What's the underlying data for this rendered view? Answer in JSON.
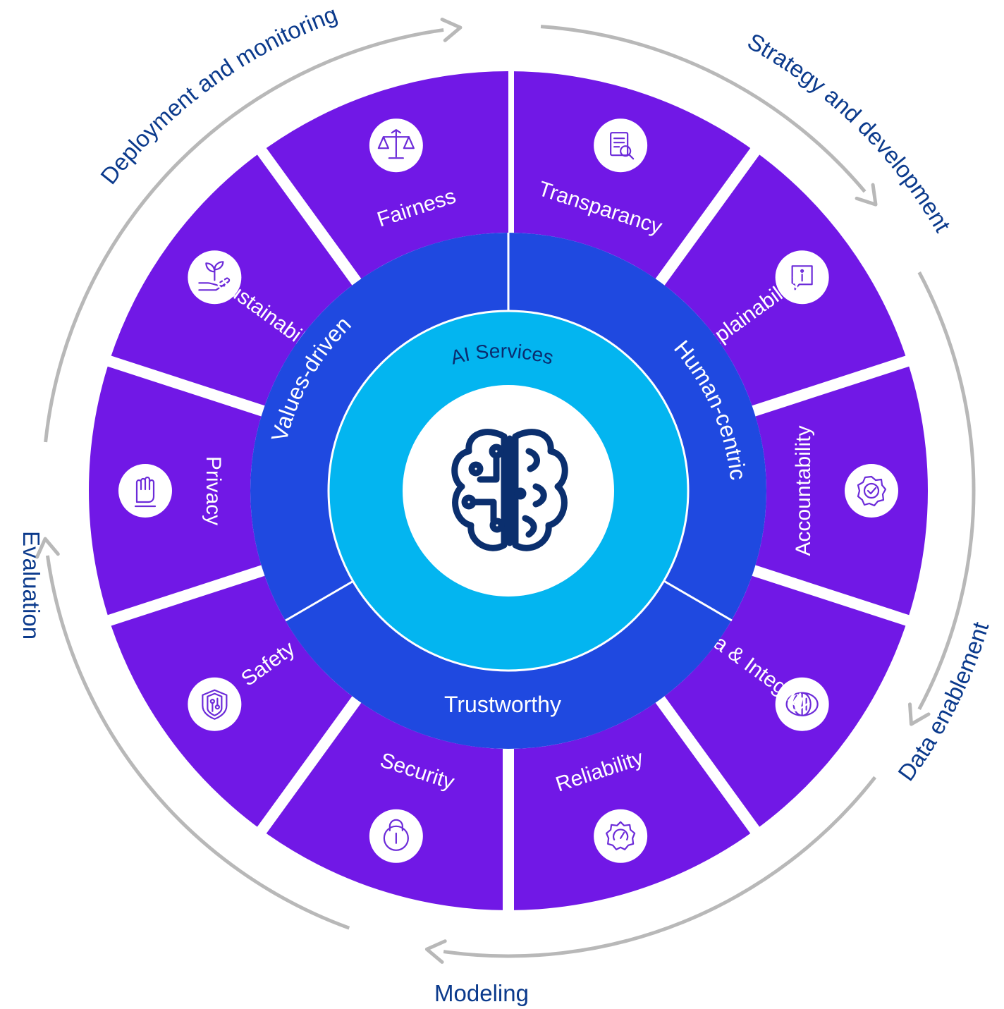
{
  "colors": {
    "outer_segment": "#7118e6",
    "middle_ring": "#1f49e0",
    "core_ring": "#03b5f0",
    "center": "#ffffff",
    "icon_stroke": "#6c2bd9",
    "brain_stroke": "#0b2f6e",
    "cycle_text": "#0b3a8c",
    "arrow": "#b8b8b8"
  },
  "core": {
    "label": "AI Services",
    "center_icon": "brain-circuit-icon"
  },
  "middle_ring": {
    "values_driven": "Values-driven",
    "human_centric": "Human-centric",
    "trustworthy": "Trustworthy"
  },
  "segments": [
    {
      "label": "Transparancy",
      "icon": "document-search-icon"
    },
    {
      "label": "Explainability",
      "icon": "info-chat-icon"
    },
    {
      "label": "Accountability",
      "icon": "verified-badge-icon"
    },
    {
      "label": "Data & Integrity",
      "icon": "data-ring-icon"
    },
    {
      "label": "Reliability",
      "icon": "gear-gauge-icon"
    },
    {
      "label": "Security",
      "icon": "lock-icon"
    },
    {
      "label": "Safety",
      "icon": "shield-circuit-icon"
    },
    {
      "label": "Privacy",
      "icon": "raised-hand-icon"
    },
    {
      "label": "Sustainability",
      "icon": "plant-hand-icon"
    },
    {
      "label": "Fairness",
      "icon": "scales-icon"
    }
  ],
  "cycle": {
    "strategy": "Strategy and development",
    "data": "Data enablement",
    "modeling": "Modeling",
    "evaluation": "Evaluation",
    "deployment": "Deployment and monitoring"
  }
}
